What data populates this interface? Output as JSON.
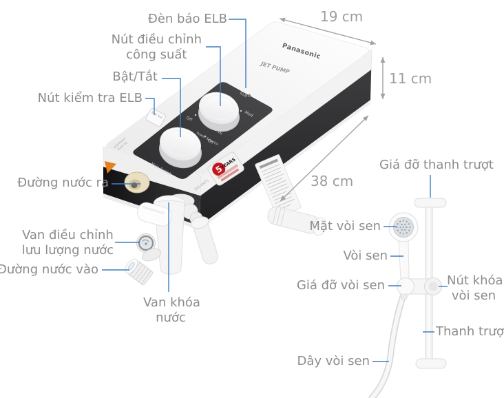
{
  "product_labels": {
    "elb_light": "Đèn báo ELB",
    "power_knob_line1": "Nút điều chỉnh",
    "power_knob_line2": "công suất",
    "on_off": "Bật/Tắt",
    "elb_test": "Nút kiểm tra ELB",
    "water_out": "Đường nước ra",
    "flow_valve_line1": "Van điều chỉnh",
    "flow_valve_line2": "lưu lượng nước",
    "water_in": "Đường nước vào",
    "shutoff_valve_line1": "Van khóa",
    "shutoff_valve_line2": "nước"
  },
  "shower_labels": {
    "rail_bracket": "Giá đỡ thanh trượt",
    "shower_face": "Mặt vòi sen",
    "shower_handle": "Vòi sen",
    "shower_holder": "Giá đỡ vòi sen",
    "holder_lock_line1": "Nút khóa",
    "holder_lock_line2": "vòi sen",
    "slide_rail": "Thanh trượt",
    "shower_hose": "Dây vòi sen"
  },
  "dimensions": {
    "width": "19 cm",
    "height": "11 cm",
    "depth": "38 cm"
  },
  "device": {
    "brand": "Panasonic",
    "feature": "JET PUMP",
    "model": "DH-4RP1",
    "panel": {
      "elb": "ELB",
      "med": "Med",
      "hi": "Hi",
      "off": "Off",
      "on": "On",
      "power_selector": "Power Selector",
      "main_switch": "Main Switch",
      "elb_test_button": "ELB Test",
      "elb_reset_line1": "ELB Reset",
      "elb_reset_line2": "Push Up"
    },
    "badge": {
      "number": "5",
      "text": "YEARS"
    }
  },
  "colors": {
    "label_text": "#8c8c8c",
    "leader_line": "#3f7fc1",
    "dimension_gray": "#9d9d9d",
    "panel_dark": "#353537",
    "badge_red": "#c4161c",
    "accent_orange": "#e6801f",
    "connector_cream": "#eadfc2"
  }
}
